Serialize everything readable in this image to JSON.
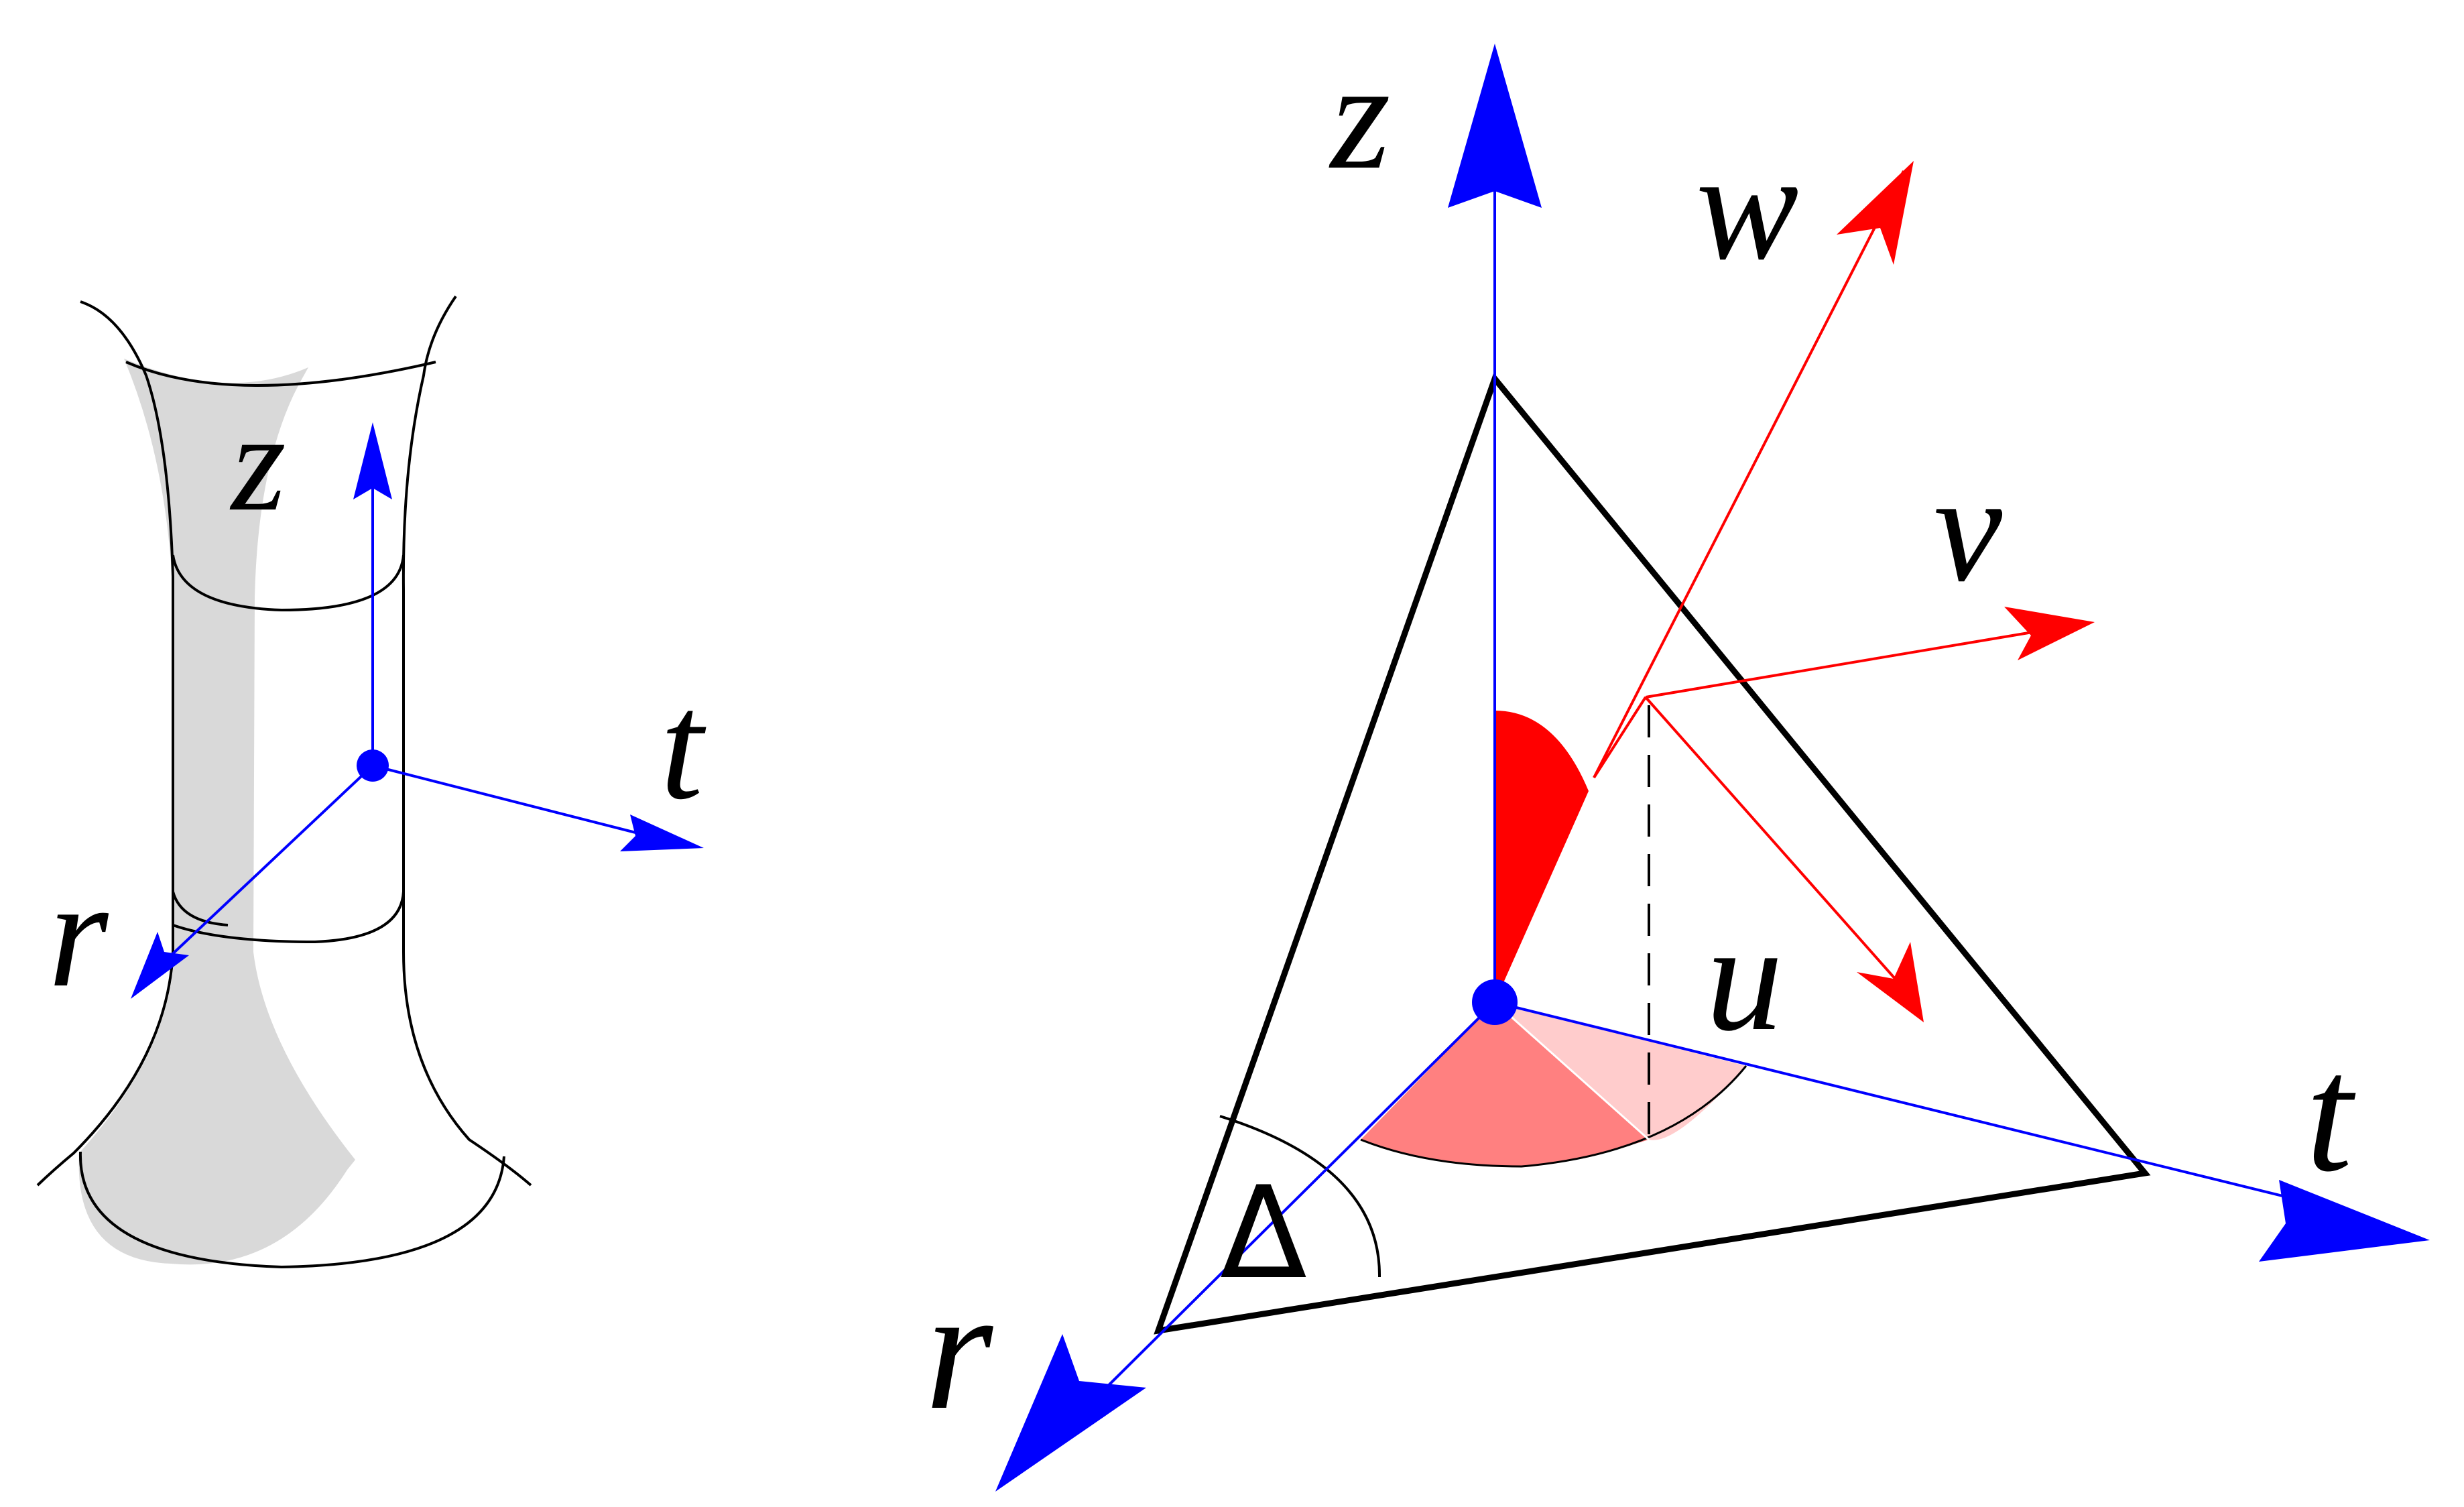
{
  "left_figure": {
    "axis_labels": {
      "z": "z",
      "t": "t",
      "r": "r"
    }
  },
  "right_figure": {
    "axis_labels": {
      "z": "z",
      "t": "t",
      "r": "r"
    },
    "frame_labels": {
      "w": "w",
      "v": "v",
      "u": "u"
    },
    "corner_label": "Δ"
  },
  "colors": {
    "axis": "#0000ff",
    "frame": "#ff0000",
    "surface": "#d9d9d9",
    "angle_dark": "#ff0000",
    "angle_mid": "#ff8080",
    "angle_light": "#ffcccc"
  }
}
